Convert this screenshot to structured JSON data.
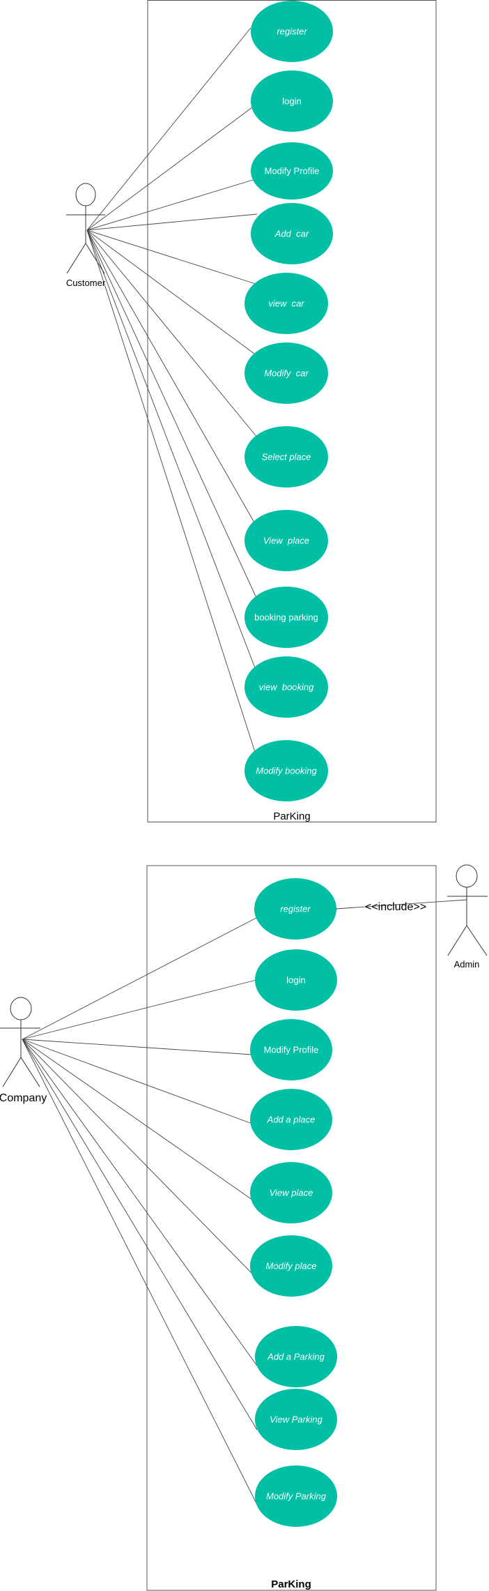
{
  "colors": {
    "use_case_fill": "#00bfa5",
    "use_case_text": "#ffffff",
    "line": "#444444"
  },
  "customer_diagram": {
    "system_name": "ParKing",
    "actor": "Customer",
    "use_cases": [
      {
        "label": "register",
        "italic": true
      },
      {
        "label": "login",
        "italic": false
      },
      {
        "label": "Modify Profile",
        "italic": false
      },
      {
        "label": "Add  car",
        "italic": true
      },
      {
        "label": "view  car",
        "italic": true
      },
      {
        "label": "Modify  car",
        "italic": true
      },
      {
        "label": "Select place",
        "italic": true
      },
      {
        "label": "View  place",
        "italic": true
      },
      {
        "label": "booking parking",
        "italic": false
      },
      {
        "label": "view  booking",
        "italic": true
      },
      {
        "label": "Modify booking",
        "italic": true
      }
    ]
  },
  "company_diagram": {
    "system_name": "ParKing",
    "actor": "Company",
    "secondary_actor": "Admin",
    "include_label": "<<include>>",
    "use_cases": [
      {
        "label": "register",
        "italic": true
      },
      {
        "label": "login",
        "italic": false
      },
      {
        "label": "Modify Profile",
        "italic": false
      },
      {
        "label": "Add a place",
        "italic": true
      },
      {
        "label": "View place",
        "italic": true
      },
      {
        "label": "Modify place",
        "italic": true
      },
      {
        "label": "Add a Parking",
        "italic": true
      },
      {
        "label": "View Parking",
        "italic": true
      },
      {
        "label": "Modify Parking",
        "italic": true
      }
    ]
  }
}
